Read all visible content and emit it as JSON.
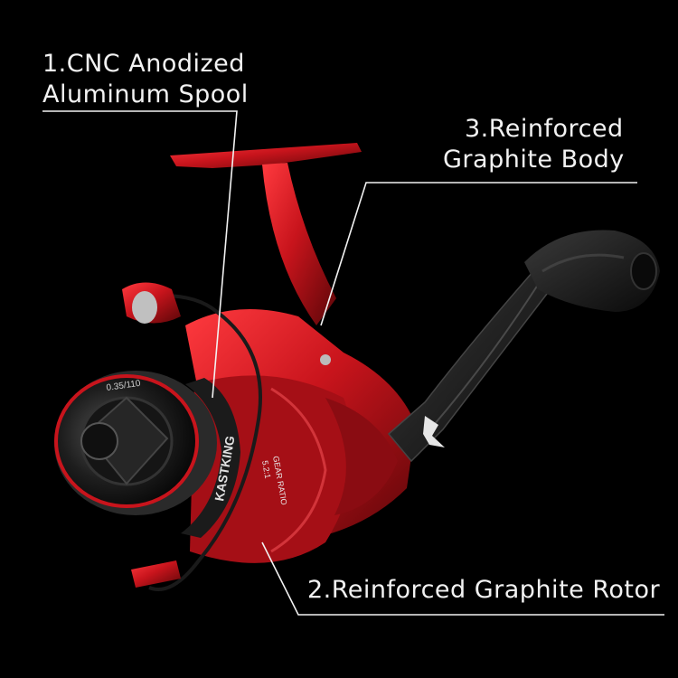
{
  "callouts": {
    "spool": {
      "line1": "1.CNC Anodized",
      "line2": "Aluminum Spool"
    },
    "body": {
      "line1": "3.Reinforced",
      "line2": "Graphite Body"
    },
    "rotor": {
      "line1": "2.Reinforced Graphite Rotor"
    }
  },
  "product_marks": {
    "brand": "KASTKING",
    "gear_label": "GEAR RATIO",
    "gear_value": "5.2:1",
    "spool_spec": "0.35/110"
  },
  "colors": {
    "background": "#000000",
    "reel_red": "#c8141c",
    "reel_red_dark": "#6e0a0e",
    "knob_black": "#1c1c1c",
    "text": "#f2f2f2"
  }
}
